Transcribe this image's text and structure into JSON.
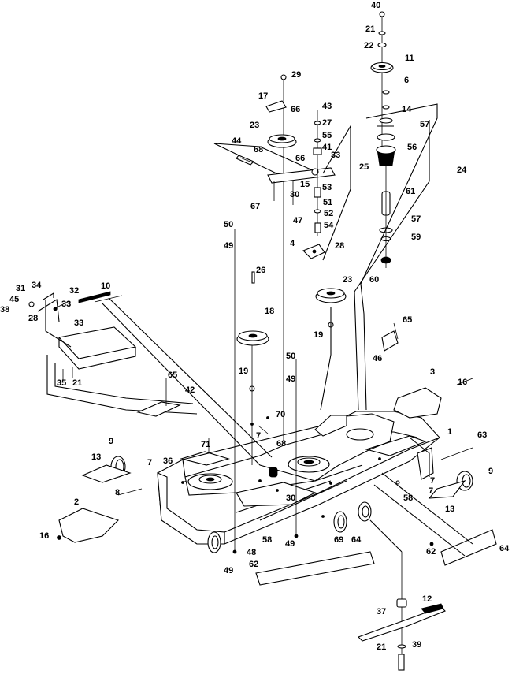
{
  "callouts": [
    {
      "key": "c40",
      "text": "40"
    },
    {
      "key": "c21a",
      "text": "21"
    },
    {
      "key": "c22",
      "text": "22"
    },
    {
      "key": "c11",
      "text": "11"
    },
    {
      "key": "c6",
      "text": "6"
    },
    {
      "key": "c14",
      "text": "14"
    },
    {
      "key": "c57a",
      "text": "57"
    },
    {
      "key": "c56a",
      "text": "56"
    },
    {
      "key": "c24",
      "text": "24"
    },
    {
      "key": "c61",
      "text": "61"
    },
    {
      "key": "c57b",
      "text": "57"
    },
    {
      "key": "c59",
      "text": "59"
    },
    {
      "key": "c60",
      "text": "60"
    },
    {
      "key": "c29",
      "text": "29"
    },
    {
      "key": "c17",
      "text": "17"
    },
    {
      "key": "c66a",
      "text": "66"
    },
    {
      "key": "c23a",
      "text": "23"
    },
    {
      "key": "c43",
      "text": "43"
    },
    {
      "key": "c27",
      "text": "27"
    },
    {
      "key": "c55",
      "text": "55"
    },
    {
      "key": "c41",
      "text": "41"
    },
    {
      "key": "c33a",
      "text": "33"
    },
    {
      "key": "c44",
      "text": "44"
    },
    {
      "key": "c68a",
      "text": "68"
    },
    {
      "key": "c66b",
      "text": "66"
    },
    {
      "key": "c25",
      "text": "25"
    },
    {
      "key": "c15",
      "text": "15"
    },
    {
      "key": "c67",
      "text": "67"
    },
    {
      "key": "c30a",
      "text": "30"
    },
    {
      "key": "c53",
      "text": "53"
    },
    {
      "key": "c51",
      "text": "51"
    },
    {
      "key": "c52",
      "text": "52"
    },
    {
      "key": "c47",
      "text": "47"
    },
    {
      "key": "c54",
      "text": "54"
    },
    {
      "key": "c50a",
      "text": "50"
    },
    {
      "key": "c49a",
      "text": "49"
    },
    {
      "key": "c4",
      "text": "4"
    },
    {
      "key": "c28a",
      "text": "28"
    },
    {
      "key": "c26",
      "text": "26"
    },
    {
      "key": "c23b",
      "text": "23"
    },
    {
      "key": "c18",
      "text": "18"
    },
    {
      "key": "c19a",
      "text": "19"
    },
    {
      "key": "c65a",
      "text": "65"
    },
    {
      "key": "c46",
      "text": "46"
    },
    {
      "key": "c19b",
      "text": "19"
    },
    {
      "key": "c50b",
      "text": "50"
    },
    {
      "key": "c49b",
      "text": "49"
    },
    {
      "key": "c65b",
      "text": "65"
    },
    {
      "key": "c42",
      "text": "42"
    },
    {
      "key": "c3",
      "text": "3"
    },
    {
      "key": "c16a",
      "text": "16"
    },
    {
      "key": "c70",
      "text": "70"
    },
    {
      "key": "c1",
      "text": "1"
    },
    {
      "key": "c31",
      "text": "31"
    },
    {
      "key": "c34",
      "text": "34"
    },
    {
      "key": "c32",
      "text": "32"
    },
    {
      "key": "c10",
      "text": "10"
    },
    {
      "key": "c45",
      "text": "45"
    },
    {
      "key": "c38",
      "text": "38"
    },
    {
      "key": "c33b",
      "text": "33"
    },
    {
      "key": "c28b",
      "text": "28"
    },
    {
      "key": "c33c",
      "text": "33"
    },
    {
      "key": "c35",
      "text": "35"
    },
    {
      "key": "c21b",
      "text": "21"
    },
    {
      "key": "c7a",
      "text": "7"
    },
    {
      "key": "c71",
      "text": "71"
    },
    {
      "key": "c68b",
      "text": "68"
    },
    {
      "key": "c63",
      "text": "63"
    },
    {
      "key": "c9a",
      "text": "9"
    },
    {
      "key": "c13a",
      "text": "13"
    },
    {
      "key": "c7b",
      "text": "7"
    },
    {
      "key": "c36",
      "text": "36"
    },
    {
      "key": "c9b",
      "text": "9"
    },
    {
      "key": "c7c",
      "text": "7"
    },
    {
      "key": "c8",
      "text": "8"
    },
    {
      "key": "c30b",
      "text": "30"
    },
    {
      "key": "c58a",
      "text": "58"
    },
    {
      "key": "c7d",
      "text": "7"
    },
    {
      "key": "c13b",
      "text": "13"
    },
    {
      "key": "c2",
      "text": "2"
    },
    {
      "key": "c16b",
      "text": "16"
    },
    {
      "key": "c58b",
      "text": "58"
    },
    {
      "key": "c69",
      "text": "69"
    },
    {
      "key": "c64a",
      "text": "64"
    },
    {
      "key": "c62a",
      "text": "62"
    },
    {
      "key": "c64b",
      "text": "64"
    },
    {
      "key": "c48",
      "text": "48"
    },
    {
      "key": "c62b",
      "text": "62"
    },
    {
      "key": "c49c",
      "text": "49"
    },
    {
      "key": "c49d",
      "text": "49"
    },
    {
      "key": "c12",
      "text": "12"
    },
    {
      "key": "c37",
      "text": "37"
    },
    {
      "key": "c21c",
      "text": "21"
    },
    {
      "key": "c39",
      "text": "39"
    }
  ],
  "colors": {
    "ink": "#000000",
    "paper": "#ffffff"
  }
}
